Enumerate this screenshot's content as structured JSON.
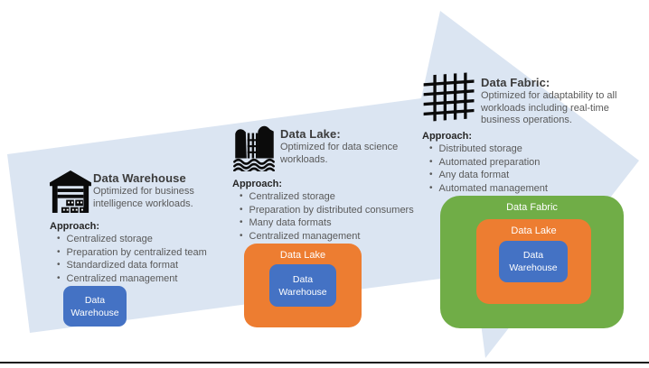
{
  "arrow": {
    "fill": "#dbe5f2"
  },
  "colors": {
    "warehouse_blue": "#4472c4",
    "lake_orange": "#ed7d31",
    "fabric_green": "#70ad47",
    "arrow_blue": "#dbe5f2",
    "title_text": "#3b3b3b",
    "body_text": "#595959"
  },
  "sections": [
    {
      "icon": "warehouse-icon",
      "title": "Data Warehouse",
      "subtitle": "Optimized for business intelligence workloads.",
      "approach_label": "Approach:",
      "bullets": [
        "Centralized storage",
        "Preparation by centralized team",
        "Standardized data format",
        "Centralized management"
      ],
      "nest": {
        "level1": "Data\nWarehouse"
      }
    },
    {
      "icon": "lake-icon",
      "title": "Data Lake:",
      "subtitle": "Optimized for data science workloads.",
      "approach_label": "Approach:",
      "bullets": [
        "Centralized storage",
        "Preparation by distributed consumers",
        "Many data formats",
        "Centralized management"
      ],
      "nest": {
        "level2": "Data Lake",
        "level1": "Data\nWarehouse"
      }
    },
    {
      "icon": "fabric-icon",
      "title": "Data Fabric:",
      "subtitle": "Optimized for adaptability to all workloads including real-time business operations.",
      "approach_label": "Approach:",
      "bullets": [
        "Distributed storage",
        "Automated preparation",
        "Any data format",
        "Automated management"
      ],
      "nest": {
        "level3": "Data Fabric",
        "level2": "Data Lake",
        "level1": "Data\nWarehouse"
      }
    }
  ]
}
